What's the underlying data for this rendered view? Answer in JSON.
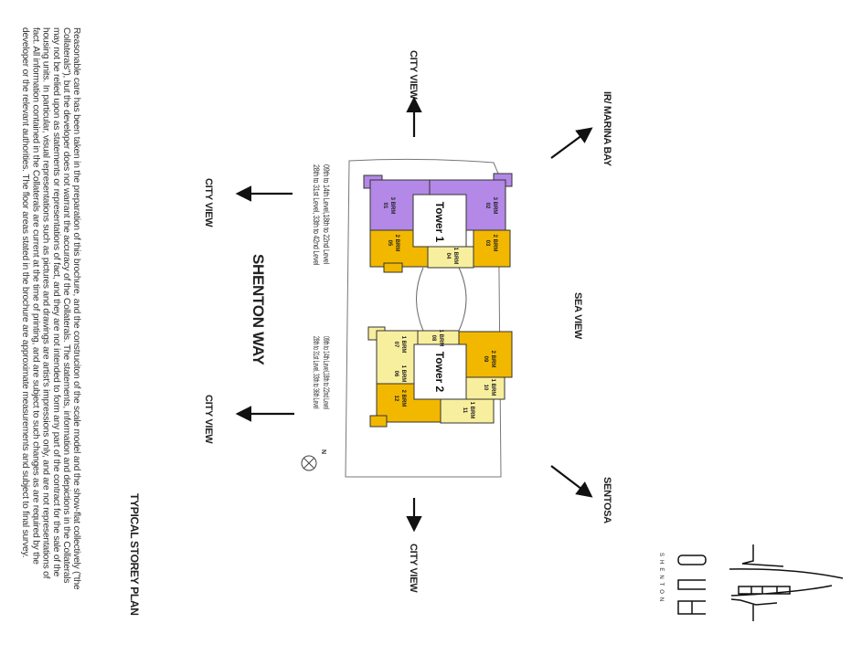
{
  "disclaimer": "Reasonable care has been taken in the preparation of this brochure, and the construciton of the scale model and the show-flat collectively (\"the Collaterals\"), but the developer does not warrant the accuracy of the Collaterals. The statements, information and depictions in the Collaterals may not be relied upon as statements  or representations of fact, and they are not intended to form any part of the contract for the sale of the housing units. In particular, visual representations such as pictures and drawings are artist's impressions only, and are not representations of fact. All information contained in the Collaterals are current at the time of printing, and are subject to such changes as are required by the developer or the relevant authorities. The floor areas stated in the brochure are approximate measurements and subject to final survey.",
  "title": "TYPICAL STOREY PLAN",
  "road": "SHENTON WAY",
  "views": {
    "city_top": "CITY VIEW",
    "city_left_1": "CITY VIEW",
    "city_left_2": "CITY VIEW",
    "city_bottom": "CITY VIEW",
    "marina": "IR/ MARINA BAY",
    "sea": "SEA VIEW",
    "sentosa": "SENTOSA"
  },
  "tower1": {
    "name": "Tower 1",
    "levels": "09th to 14th Level,18th to 22nd Level\n28th to 31st Level, 33th to 42nd Level",
    "units": [
      {
        "type": "3 BRM",
        "no": "01"
      },
      {
        "type": "3 BRM",
        "no": "02"
      },
      {
        "type": "2 BRM",
        "no": "03"
      },
      {
        "type": "1 BRM",
        "no": "04"
      },
      {
        "type": "2 BRM",
        "no": "05"
      }
    ]
  },
  "tower2": {
    "name": "Tower 2",
    "levels": "09th to 14th Level,18th to 22nd Level\n28th to 31st Level, 33th to 36th Level",
    "units": [
      {
        "type": "1 BRM",
        "no": "07"
      },
      {
        "type": "1 BRM",
        "no": "08"
      },
      {
        "type": "2 BRM",
        "no": "09"
      },
      {
        "type": "1 BRM",
        "no": "10"
      },
      {
        "type": "1 BRM",
        "no": "11"
      },
      {
        "type": "2 BRM",
        "no": "12"
      },
      {
        "type": "1 BRM",
        "no": "06"
      }
    ]
  },
  "compass": "N",
  "logo": {
    "word": "one",
    "sub": "SHENTON"
  },
  "colors": {
    "purple": "#b388e6",
    "orange": "#f2b800",
    "pale": "#f8ef9e"
  }
}
